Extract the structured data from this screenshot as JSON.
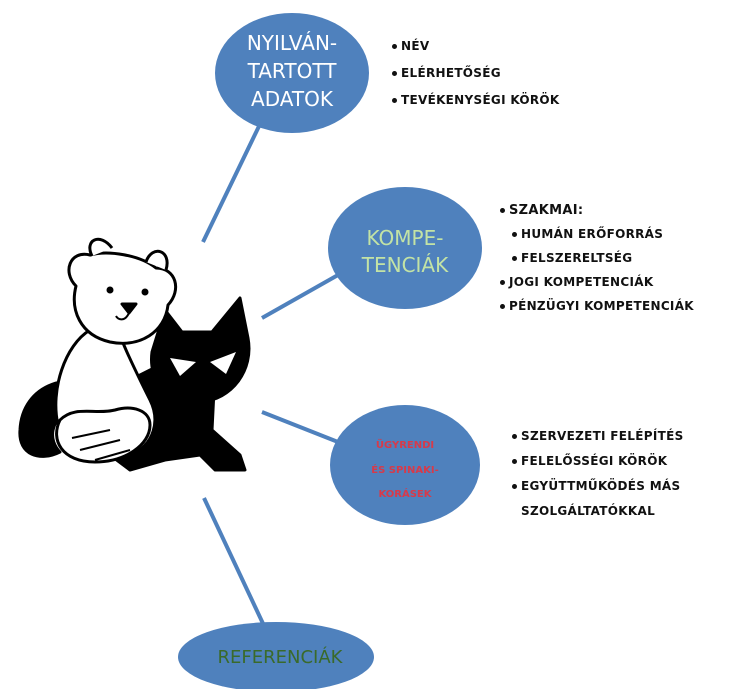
{
  "colors": {
    "ellipse_fill": "#4f81bd",
    "connector": "#4f81bd",
    "text_white": "#ffffff",
    "text_green": "#c3e3a5",
    "text_red": "#d73a4a",
    "text_dark_green": "#3a6a2a",
    "bullet_text": "#111111"
  },
  "illustration": {
    "icon": "bear-and-black-cat-icon"
  },
  "nodes": {
    "nyilvantartott": {
      "lines": [
        "NYILVÁN-",
        "TARTOTT",
        "ADATOK"
      ]
    },
    "kompetenciak": {
      "lines": [
        "KOMPE-",
        "TENCIÁK"
      ]
    },
    "ugyrend": {
      "lines": [
        "ÜGYRENDI",
        "ÉS SPINAKI-",
        "KORÁSEK"
      ]
    },
    "referenciak": {
      "lines": [
        "REFERENCIÁK"
      ]
    }
  },
  "bullets": {
    "nyilvantartott": [
      "NÉV",
      "ELÉRHETŐSÉG",
      "TEVÉKENYSÉGI KÖRÖK"
    ],
    "kompetenciak": {
      "szakmai": "SZAKMAI:",
      "sub": [
        "HUMÁN ERŐFORRÁS",
        "FELSZERELTSÉG"
      ],
      "other": [
        "JOGI KOMPETENCIÁK",
        "PÉNZÜGYI KOMPETENCIÁK"
      ]
    },
    "ugyrend": [
      "SZERVEZETI FELÉPÍTÉS",
      "FELELŐSSÉGI KÖRÖK",
      "EGYÜTTMŰKÖDÉS MÁS",
      "SZOLGÁLTATÓKKAL"
    ]
  }
}
